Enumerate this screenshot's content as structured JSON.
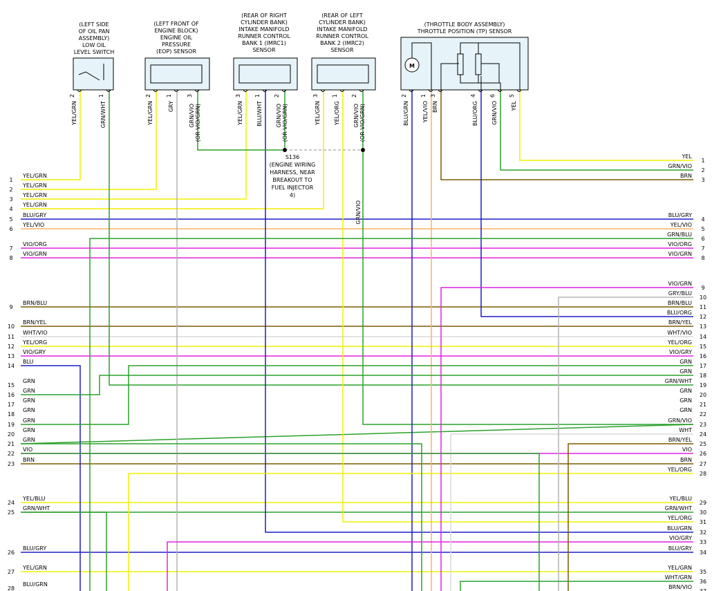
{
  "colors": {
    "YEL": "#f0f000",
    "GRN": "#2aa02a",
    "VIO": "#e020e0",
    "BLU": "#1c1cc8",
    "BRN": "#7a5a00",
    "GRY": "#b4b4b4",
    "WHT": "#d9d9d9",
    "ORG": "#ffb060"
  },
  "components": [
    {
      "id": "oil-switch",
      "lines": [
        "(LEFT SIDE",
        "OF OIL PAN",
        "ASSEMBLY)",
        "LOW OIL",
        "LEVEL SWITCH"
      ]
    },
    {
      "id": "eop-sensor",
      "lines": [
        "(LEFT FRONT OF",
        "ENGINE BLOCK)",
        "ENGINE OIL",
        "PRESSURE",
        "(EOP) SENSOR"
      ]
    },
    {
      "id": "imrc1-sensor",
      "lines": [
        "(REAR OF RIGHT",
        "CYLINDER BANK)",
        "INTAKE MANIFOLD",
        "RUNNER CONTROL",
        "BANK 1 (IMRC1)",
        "SENSOR"
      ]
    },
    {
      "id": "imrc2-sensor",
      "lines": [
        "(REAR OF LEFT",
        "CYLINDER BANK)",
        "INTAKE MANIFOLD",
        "RUNNER CONTROL",
        "BANK 2 (IMRC2)",
        "SENSOR"
      ]
    },
    {
      "id": "tp-sensor",
      "lines": [
        "(THROTTLE BODY ASSEMBLY)",
        "THROTTLE POSITION (TP) SENSOR"
      ]
    }
  ],
  "motor_symbol": "M",
  "splice": {
    "id": "S136",
    "lines": [
      "S136",
      "(ENGINE WIRING",
      "HARNESS, NEAR",
      "BREAKOUT TO",
      "FUEL INJECTOR",
      "4)"
    ]
  },
  "connector_pins": [
    {
      "pin": "2",
      "label": "YEL/GRN",
      "color": "YEL"
    },
    {
      "pin": "1",
      "label": "GRN/WHT",
      "color": "GRN"
    },
    {
      "pin": "2",
      "label": "YEL/GRN",
      "color": "YEL"
    },
    {
      "pin": "1",
      "label": "GRY",
      "color": "GRY"
    },
    {
      "pin": "3",
      "label": "GRN/VIO",
      "label2": "(OR VIO/GRN)",
      "color": "GRN"
    },
    {
      "pin": "3",
      "label": "YEL/GRN",
      "color": "YEL"
    },
    {
      "pin": "1",
      "label": "BLU/WHT",
      "color": "BLU"
    },
    {
      "pin": "2",
      "label": "GRN/VIO",
      "label2": "(OR VIO/GRN)",
      "color": "GRN"
    },
    {
      "pin": "3",
      "label": "YEL/GRN",
      "color": "YEL"
    },
    {
      "pin": "1",
      "label": "YEL/ORG",
      "color": "YEL"
    },
    {
      "pin": "2",
      "label": "GRN/VIO",
      "label2": "(OR VIO/GRN)",
      "color": "GRN"
    },
    {
      "pin": "2",
      "label": "BLU/GRN",
      "color": "BLU"
    },
    {
      "pin": "1",
      "label": "YEL/VIO",
      "color": "ORG"
    },
    {
      "pin": "3",
      "label": "BRN",
      "color": "BRN"
    },
    {
      "pin": "4",
      "label": "BLU/ORG",
      "color": "BLU"
    },
    {
      "pin": "6",
      "label": "GRN/VIO",
      "color": "GRN"
    },
    {
      "pin": "5",
      "label": "YEL",
      "color": "YEL"
    }
  ],
  "splice_wire_label": "GRN/VIO",
  "left_pins": [
    {
      "pin": "1",
      "label": "YEL/GRN"
    },
    {
      "pin": "2",
      "label": "YEL/GRN"
    },
    {
      "pin": "3",
      "label": "YEL/GRN"
    },
    {
      "pin": "4",
      "label": "YEL/GRN"
    },
    {
      "pin": "5",
      "label": "BLU/GRY"
    },
    {
      "pin": "6",
      "label": "YEL/VIO"
    },
    {
      "pin": "7",
      "label": "VIO/ORG"
    },
    {
      "pin": "8",
      "label": "VIO/GRN"
    },
    {
      "pin": "9",
      "label": "BRN/BLU"
    },
    {
      "pin": "10",
      "label": "BRN/YEL"
    },
    {
      "pin": "11",
      "label": "WHT/VIO"
    },
    {
      "pin": "12",
      "label": "YEL/ORG"
    },
    {
      "pin": "13",
      "label": "VIO/GRY"
    },
    {
      "pin": "14",
      "label": "BLU"
    },
    {
      "pin": "15",
      "label": "GRN"
    },
    {
      "pin": "16",
      "label": "GRN"
    },
    {
      "pin": "17",
      "label": "GRN"
    },
    {
      "pin": "18",
      "label": "GRN"
    },
    {
      "pin": "19",
      "label": "GRN"
    },
    {
      "pin": "20",
      "label": "GRN"
    },
    {
      "pin": "21",
      "label": "GRN"
    },
    {
      "pin": "22",
      "label": "VIO"
    },
    {
      "pin": "23",
      "label": "BRN"
    },
    {
      "pin": "24",
      "label": "YEL/BLU"
    },
    {
      "pin": "25",
      "label": "GRN/WHT"
    },
    {
      "pin": "26",
      "label": "BLU/GRY"
    },
    {
      "pin": "27",
      "label": "YEL/GRN"
    },
    {
      "pin": "28",
      "label": "BLU/GRN"
    }
  ],
  "right_pins": [
    {
      "pin": "1",
      "label": "YEL"
    },
    {
      "pin": "2",
      "label": "GRN/VIO"
    },
    {
      "pin": "3",
      "label": "BRN"
    },
    {
      "pin": "4",
      "label": "BLU/GRY"
    },
    {
      "pin": "5",
      "label": "YEL/VIO"
    },
    {
      "pin": "6",
      "label": "GRN/BLU"
    },
    {
      "pin": "7",
      "label": "VIO/ORG"
    },
    {
      "pin": "8",
      "label": "VIO/GRN"
    },
    {
      "pin": "9",
      "label": "VIO/GRN"
    },
    {
      "pin": "10",
      "label": "GRY/BLU"
    },
    {
      "pin": "11",
      "label": "BRN/BLU"
    },
    {
      "pin": "12",
      "label": "BLU/ORG"
    },
    {
      "pin": "13",
      "label": "BRN/YEL"
    },
    {
      "pin": "14",
      "label": "WHT/VIO"
    },
    {
      "pin": "15",
      "label": "YEL/ORG"
    },
    {
      "pin": "16",
      "label": "VIO/GRY"
    },
    {
      "pin": "17",
      "label": "GRN"
    },
    {
      "pin": "18",
      "label": "GRN"
    },
    {
      "pin": "19",
      "label": "GRN/WHT"
    },
    {
      "pin": "20",
      "label": "GRN"
    },
    {
      "pin": "21",
      "label": "GRN"
    },
    {
      "pin": "22",
      "label": "GRN"
    },
    {
      "pin": "23",
      "label": "GRN/VIO"
    },
    {
      "pin": "24",
      "label": "WHT"
    },
    {
      "pin": "25",
      "label": "BRN/YEL"
    },
    {
      "pin": "26",
      "label": "VIO"
    },
    {
      "pin": "27",
      "label": "BRN"
    },
    {
      "pin": "28",
      "label": "YEL/ORG"
    },
    {
      "pin": "29",
      "label": "YEL/BLU"
    },
    {
      "pin": "30",
      "label": "GRN/WHT"
    },
    {
      "pin": "31",
      "label": "YEL/ORG"
    },
    {
      "pin": "32",
      "label": "BLU/GRN"
    },
    {
      "pin": "33",
      "label": "VIO/GRY"
    },
    {
      "pin": "34",
      "label": "BLU/GRY"
    },
    {
      "pin": "35",
      "label": "YEL/GRN"
    },
    {
      "pin": "36",
      "label": "WHT/GRN"
    },
    {
      "pin": "37",
      "label": "BRN/VIO"
    }
  ]
}
